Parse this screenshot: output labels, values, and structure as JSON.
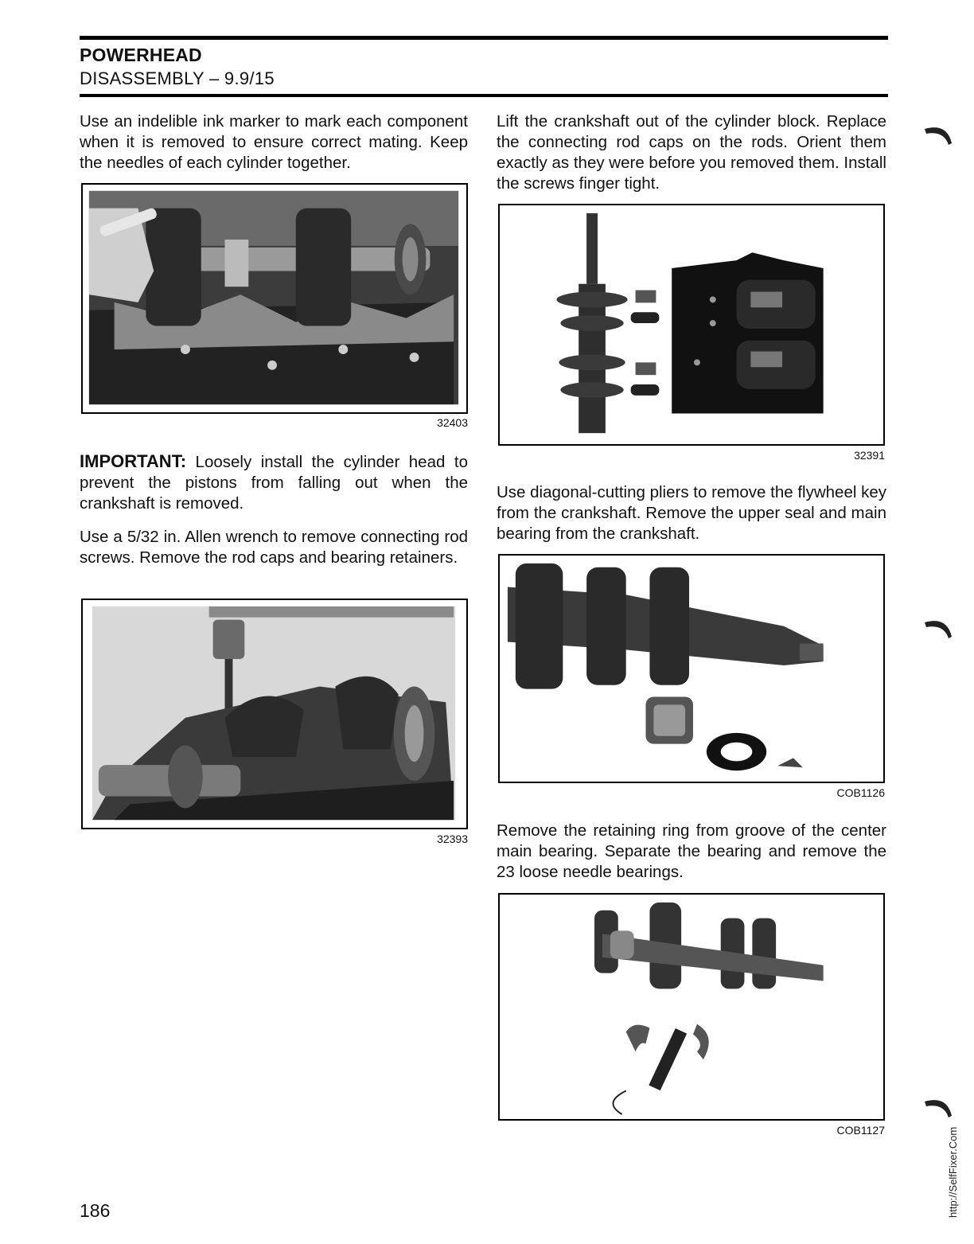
{
  "header": {
    "section": "POWERHEAD",
    "subsection": "DISASSEMBLY – 9.9/15"
  },
  "left_column": {
    "p1": "Use an indelible ink marker to mark each component when it is removed to ensure correct mating. Keep the needles of each cylinder together.",
    "fig1_code": "32403",
    "important_label": "IMPORTANT:",
    "important_text": "Loosely install the cylinder head to prevent the pistons from falling out when the crankshaft is removed.",
    "p2": "Use a 5/32 in. Allen wrench to remove connecting rod screws. Remove the rod caps and bearing retainers.",
    "fig2_code": "32393"
  },
  "right_column": {
    "p1": "Lift the crankshaft out of the cylinder block. Replace the connecting rod caps on the rods. Orient them exactly as they were before you removed them. Install the screws finger tight.",
    "fig3_code": "32391",
    "p2": "Use diagonal-cutting pliers to remove the flywheel key from the crankshaft. Remove the upper seal and main bearing from the crankshaft.",
    "fig4_code": "COB1126",
    "p3": "Remove the retaining ring from groove of the center main bearing. Separate the bearing and remove the 23 loose needle bearings.",
    "fig5_code": "COB1127"
  },
  "footer": {
    "page_number": "186",
    "side_url": "http://SelfFixer.Com"
  }
}
